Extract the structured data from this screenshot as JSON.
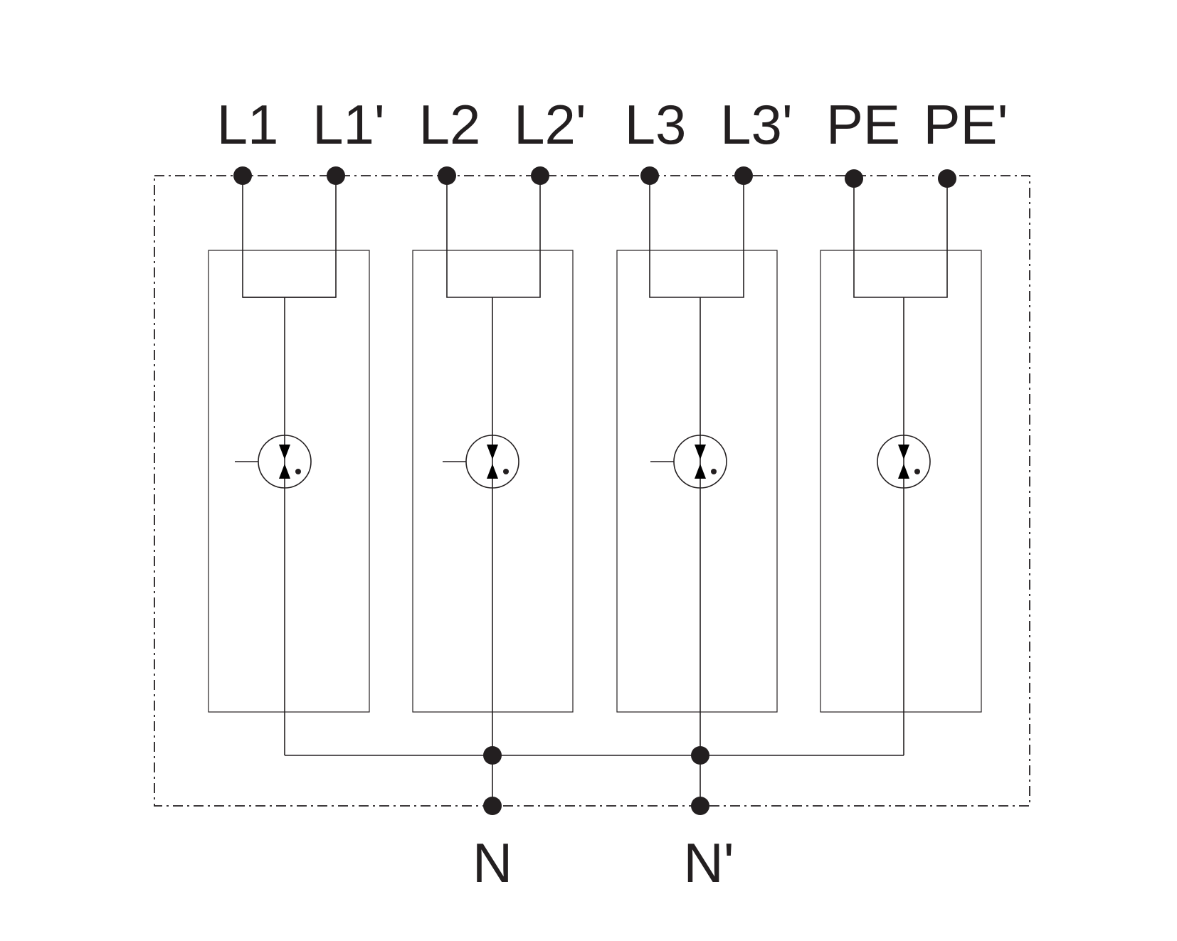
{
  "terminals": {
    "top": [
      "L1",
      "L1'",
      "L2",
      "L2'",
      "L3",
      "L3'",
      "PE",
      "PE'"
    ],
    "bottom": [
      "N",
      "N'"
    ]
  },
  "modules": [
    {
      "id": "module-1",
      "has_trigger_lead": true
    },
    {
      "id": "module-2",
      "has_trigger_lead": true
    },
    {
      "id": "module-3",
      "has_trigger_lead": true
    },
    {
      "id": "module-4",
      "has_trigger_lead": false
    }
  ],
  "colors": {
    "line": "#231f20",
    "background": "#ffffff"
  }
}
